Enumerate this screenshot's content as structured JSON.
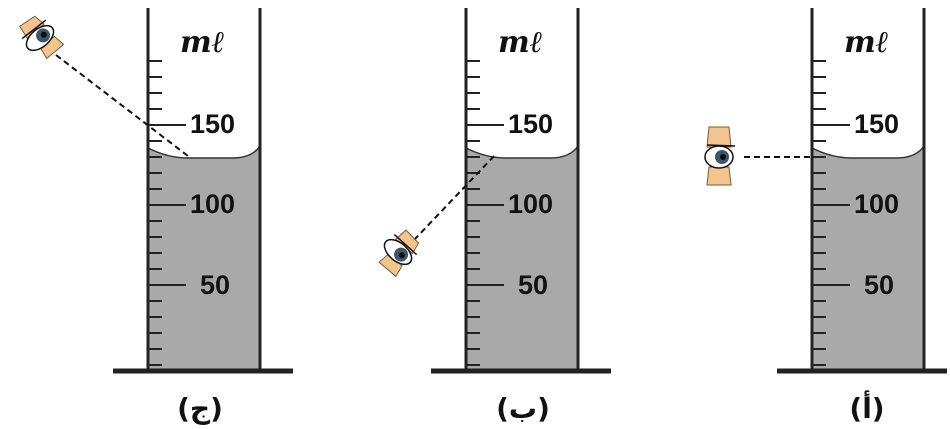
{
  "unit": "mℓ",
  "scale_labels": [
    "150",
    "100",
    "50"
  ],
  "colors": {
    "liquid": "#a9a9a9",
    "line": "#222222",
    "skin": "#f2c58f",
    "iris": "#3d5566"
  },
  "panels": [
    {
      "caption": "(ج)",
      "view": "from above"
    },
    {
      "caption": "(ب)",
      "view": "from below"
    },
    {
      "caption": "(أ)",
      "view": "eye level"
    }
  ]
}
